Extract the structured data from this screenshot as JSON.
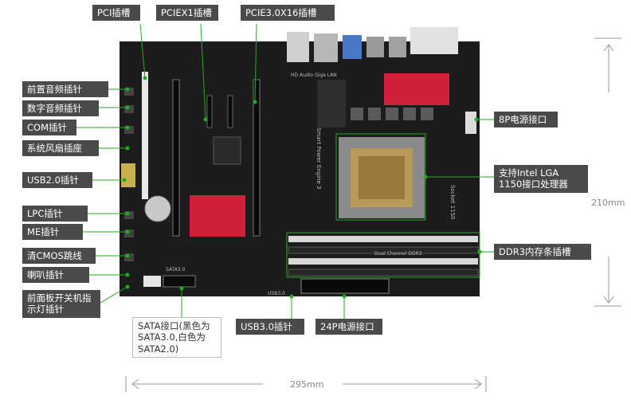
{
  "labels": {
    "pci": "PCI插槽",
    "pciex1": "PCIEX1插槽",
    "pcie16": "PCIE3.0X16插槽",
    "front_audio": "前置音频插针",
    "digital_audio": "数字音频插针",
    "com": "COM插针",
    "sys_fan": "系统风扇插座",
    "usb2": "USB2.0插针",
    "lpc": "LPC插针",
    "me": "ME插针",
    "clr_cmos": "清CMOS跳线",
    "speaker": "喇叭插针",
    "front_panel": "前面板开关机指示灯插针",
    "sata": "SATA接口(黑色为SATA3.0,白色为SATA2.0)",
    "usb3": "USB3.0插针",
    "atx24": "24P电源接口",
    "p8": "8P电源接口",
    "cpu": "支持Intel LGA 1150接口处理器",
    "ddr3": "DDR3内存条插槽"
  },
  "board_text": {
    "smart_power": "Smart Power Engine 3",
    "socket": "Socket 1150",
    "dual_channel": "Dual Channel DDR3",
    "sata3": "SATA3.0",
    "usb30": "USB3.0",
    "hd_audio": "HD Audio  Giga LAN"
  },
  "dimensions": {
    "height": "210mm",
    "width": "295mm"
  },
  "colors": {
    "label_bg": "#4a4a4a",
    "leader_line": "#22aa22",
    "pcb": "#1c1c1c",
    "accent_red": "#d0203a"
  }
}
